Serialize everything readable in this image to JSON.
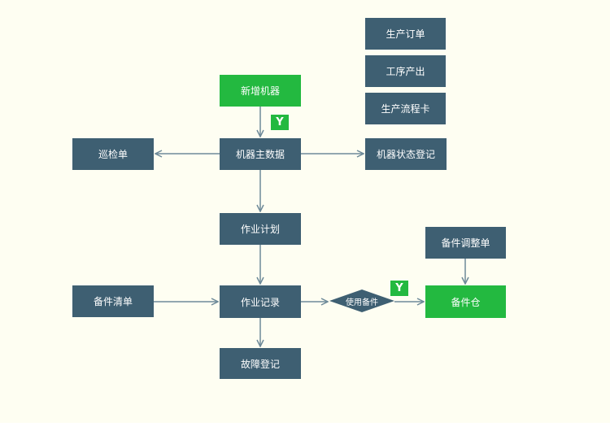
{
  "nodes": {
    "production_order": "生产订单",
    "process_output": "工序产出",
    "production_flow_card": "生产流程卡",
    "new_machine": "新增机器",
    "machine_master": "机器主数据",
    "inspection_sheet": "巡检单",
    "machine_status_record": "机器状态登记",
    "work_plan": "作业计划",
    "parts_list": "备件清单",
    "work_record": "作业记录",
    "use_parts": "使用备件",
    "parts_adjustment": "备件调整单",
    "parts_warehouse": "备件仓",
    "fault_record": "故障登记"
  },
  "badges": {
    "yes_new_machine": "Y",
    "yes_use_parts": "Y"
  },
  "colors": {
    "background": "#fefef2",
    "node": "#3e5f72",
    "highlight": "#23b940",
    "edge": "#6e8a99"
  }
}
